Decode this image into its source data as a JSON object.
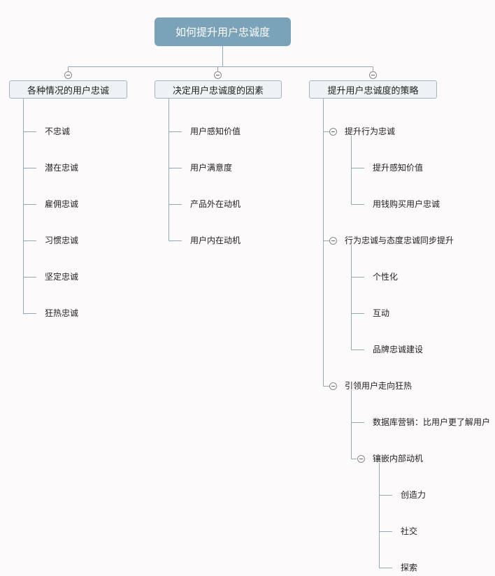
{
  "root": "如何提升用户忠诚度",
  "branches": [
    {
      "label": "各种情况的用户忠诚",
      "children": [
        "不忠诚",
        "潜在忠诚",
        "雇佣忠诚",
        "习惯忠诚",
        "坚定忠诚",
        "狂热忠诚"
      ]
    },
    {
      "label": "决定用户忠诚度的因素",
      "children": [
        "用户感知价值",
        "用户满意度",
        "产品外在动机",
        "用户内在动机"
      ]
    },
    {
      "label": "提升用户忠诚度的策略",
      "groups": [
        {
          "label": "提升行为忠诚",
          "children": [
            "提升感知价值",
            "用钱购买用户忠诚"
          ]
        },
        {
          "label": "行为忠诚与态度忠诚同步提升",
          "children": [
            "个性化",
            "互动",
            "品牌忠诚建设"
          ]
        },
        {
          "label": "引领用户走向狂热",
          "children": [
            "数据库营销：比用户更了解用户"
          ],
          "subgroup": {
            "label": "镶嵌内部动机",
            "children": [
              "创造力",
              "社交",
              "探索"
            ]
          }
        }
      ]
    }
  ],
  "colors": {
    "root_fill": "#7aa3ba",
    "branch_fill": "#eef2f4",
    "line": "#8faab9"
  }
}
